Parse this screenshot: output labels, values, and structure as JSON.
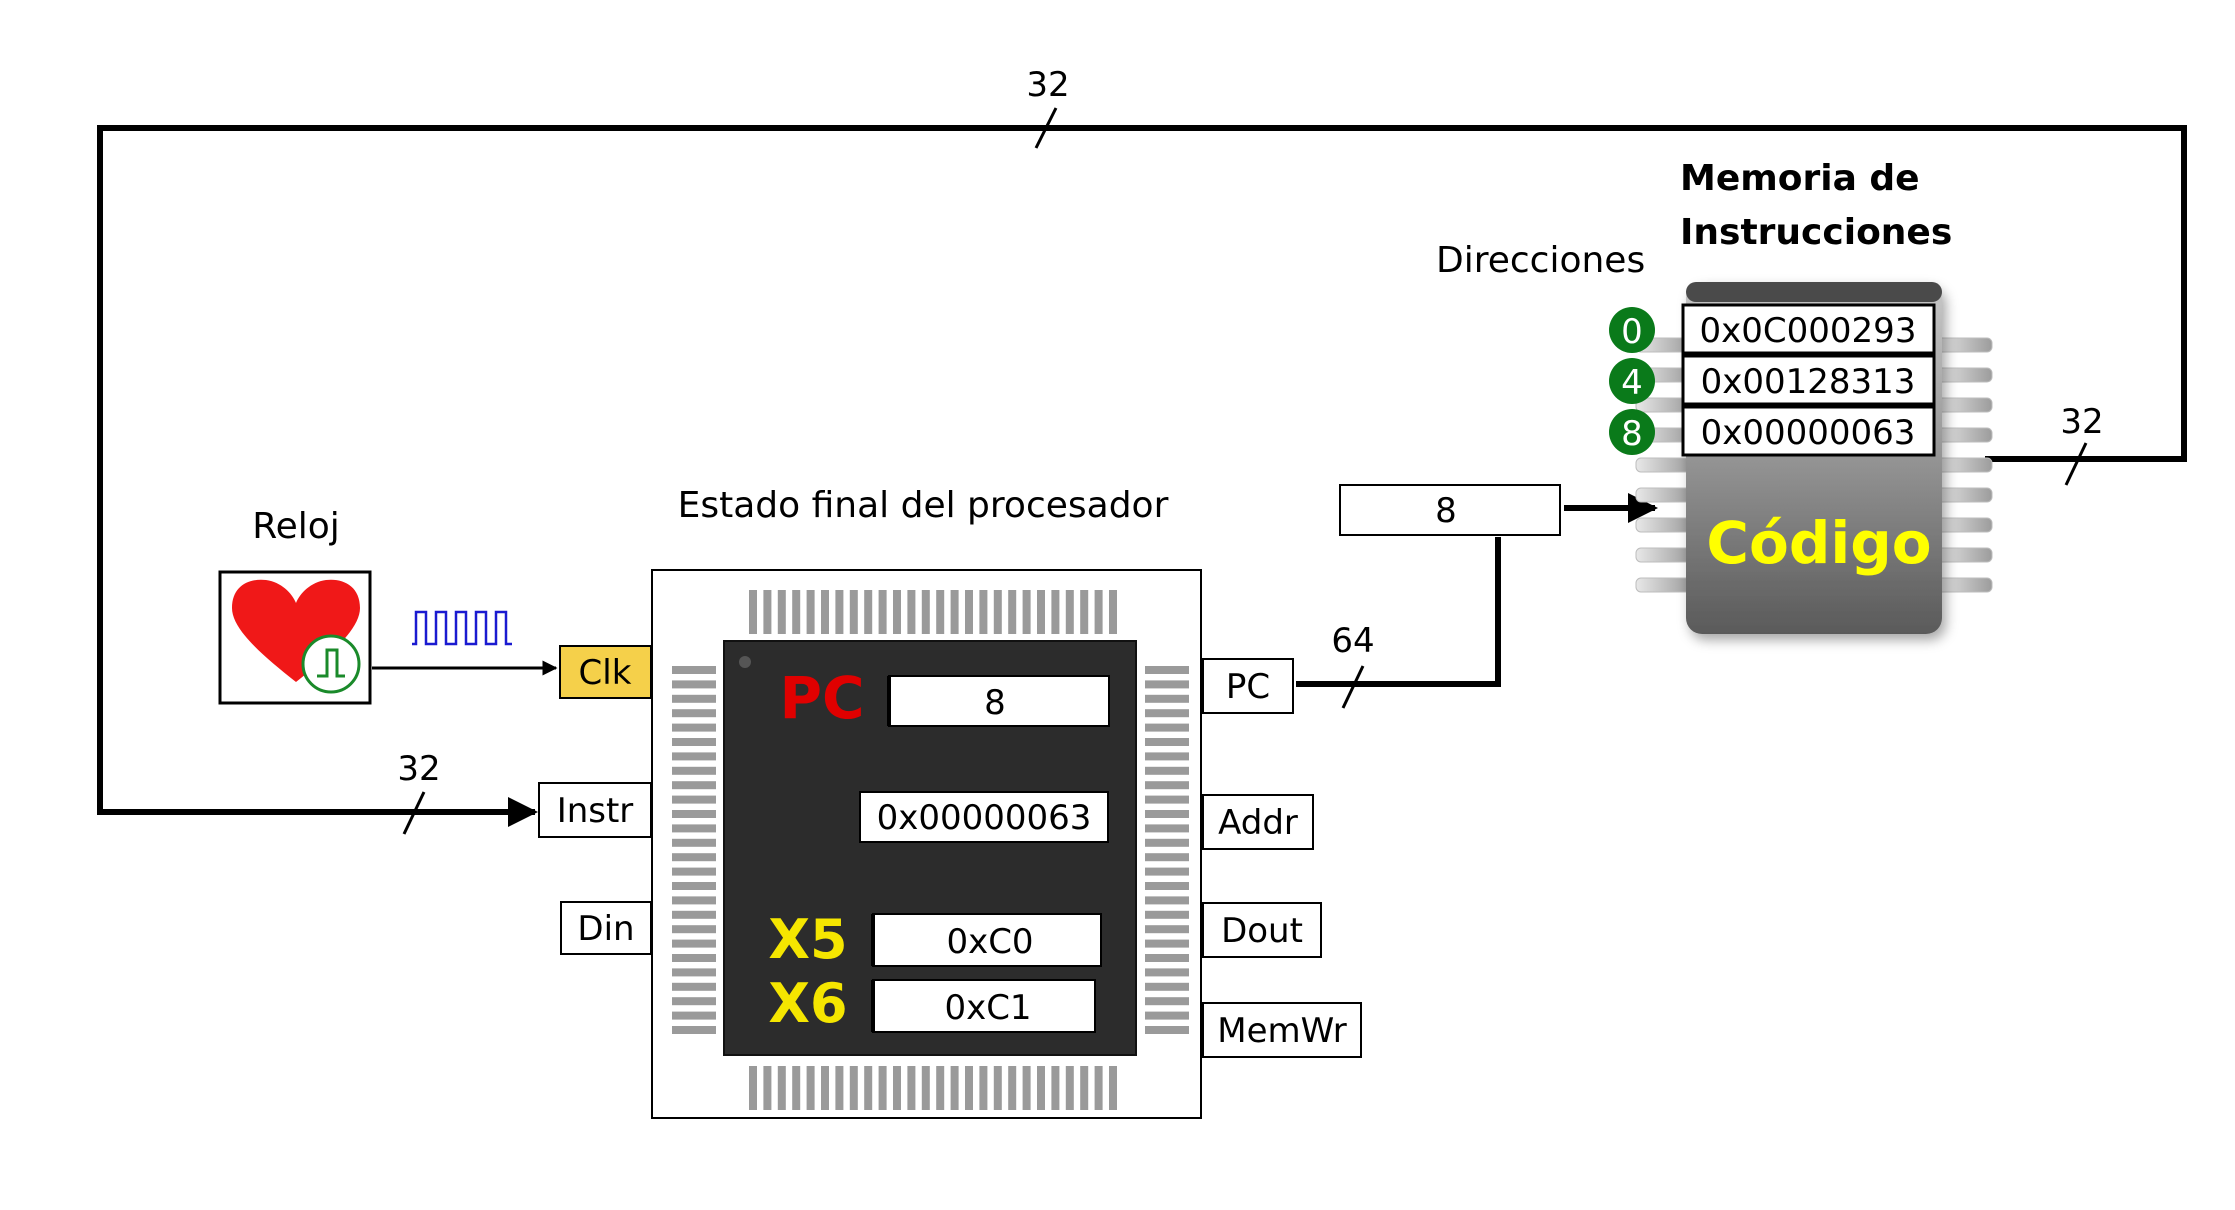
{
  "labels": {
    "bus_top_width": "32",
    "bus_right_width": "32",
    "bus_instr_width": "32",
    "bus_pc_width": "64",
    "clock_title": "Reloj",
    "processor_title": "Estado final del procesador",
    "memory_title_line1": "Memoria de",
    "memory_title_line2": "Instrucciones",
    "addresses_title": "Direcciones",
    "memory_chip_label": "Código"
  },
  "address_box": "8",
  "memory": {
    "rows": [
      {
        "address": "0",
        "value": "0x0C000293"
      },
      {
        "address": "4",
        "value": "0x00128313"
      },
      {
        "address": "8",
        "value": "0x00000063"
      }
    ]
  },
  "processor": {
    "pc_label": "PC",
    "pc_value": "8",
    "instr_value": "0x00000063",
    "x5_label": "X5",
    "x5_value": "0xC0",
    "x6_label": "X6",
    "x6_value": "0xC1"
  },
  "ports": {
    "clk": "Clk",
    "instr": "Instr",
    "din": "Din",
    "pc": "PC",
    "addr": "Addr",
    "dout": "Dout",
    "memwr": "MemWr"
  },
  "colors": {
    "pc_label": "#e00000",
    "register_label": "#f5e600",
    "clk_port_fill": "#f5d04a",
    "address_circle": "#0a7a1a",
    "clock_wave": "#1a1ad0",
    "chip_dark": "#2c2c2c",
    "memory_chip_text": "#ffff00"
  },
  "icons": [
    "heart-clock-icon",
    "clock-wave-icon"
  ]
}
